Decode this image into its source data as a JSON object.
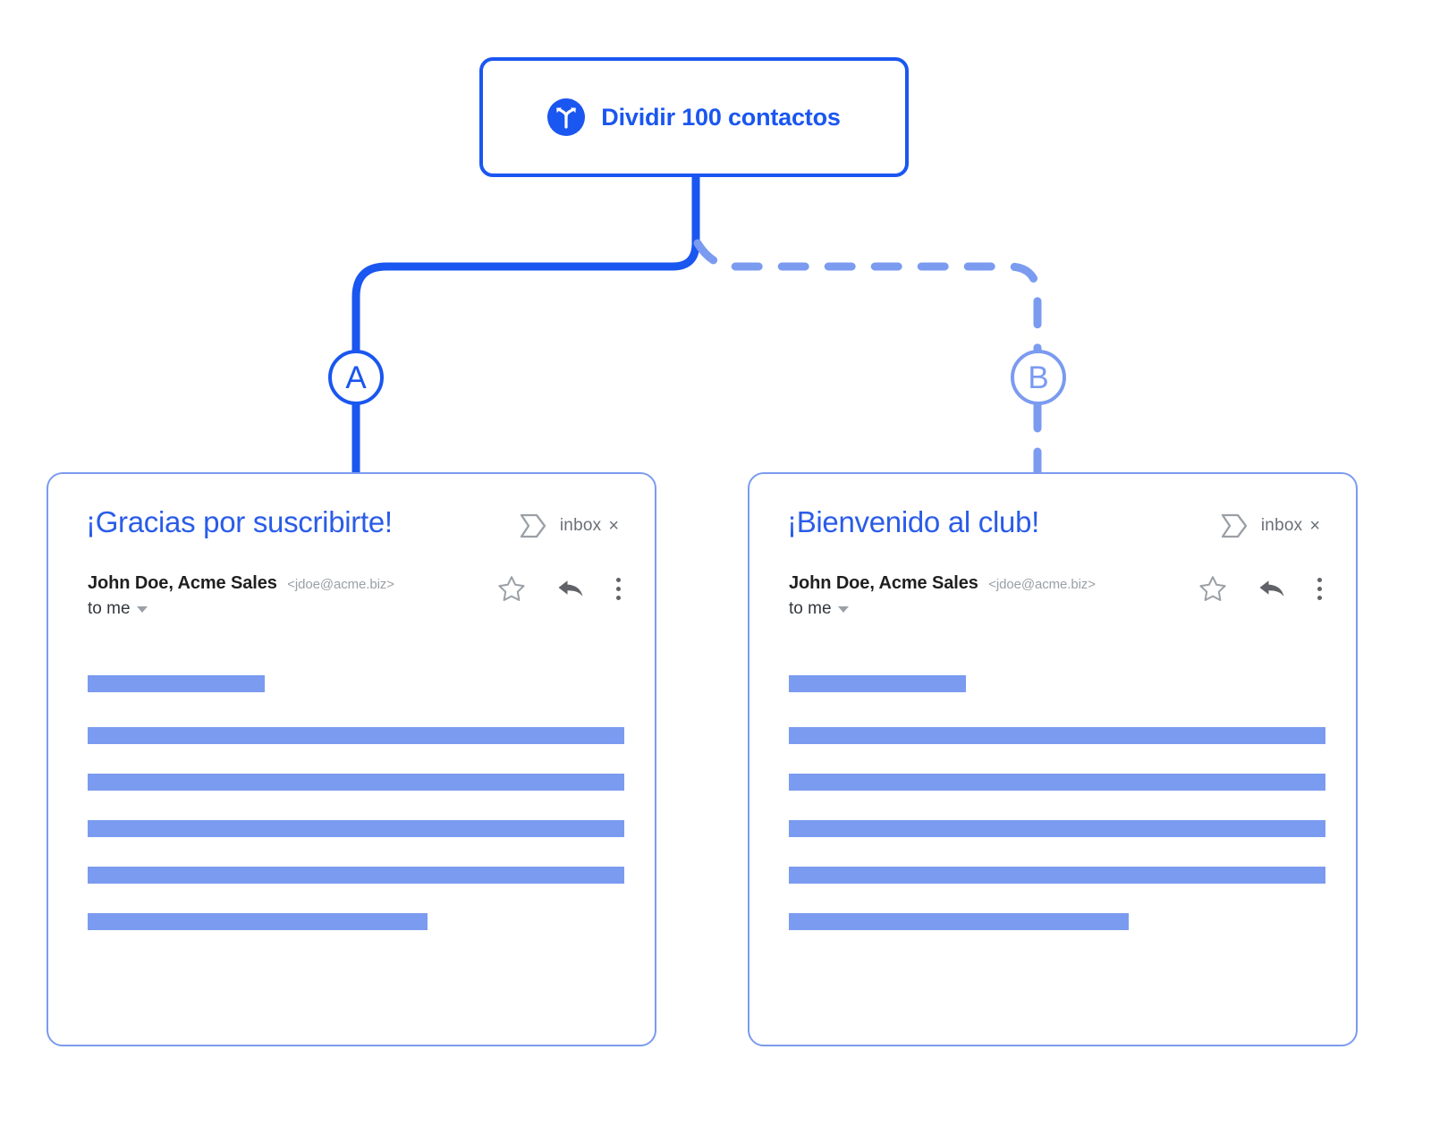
{
  "colors": {
    "primary_blue": "#1a56f0",
    "light_blue": "#7b9bf0",
    "subject_blue": "#2a5ce8",
    "gray_text": "#6b6f76",
    "muted_gray": "#9aa0a6"
  },
  "split_node": {
    "icon": "split-branch-icon",
    "label": "Dividir 100 contactos"
  },
  "branches": [
    {
      "id": "A",
      "label": "A",
      "style": "solid",
      "color": "#1a56f0"
    },
    {
      "id": "B",
      "label": "B",
      "style": "dashed",
      "color": "#7b9bf0"
    }
  ],
  "emails": [
    {
      "branch": "A",
      "subject": "¡Gracias por suscribirte!",
      "label_icon": "tag-icon",
      "label_text": "inbox",
      "label_close": "×",
      "sender_name": "John Doe, Acme Sales",
      "sender_email": "<jdoe@acme.biz>",
      "recipient": "to me",
      "actions": [
        "star-icon",
        "reply-icon",
        "more-vertical-icon"
      ],
      "body_lines": [
        {
          "width_pct": 33
        },
        {
          "width_pct": 100
        },
        {
          "width_pct": 100
        },
        {
          "width_pct": 100
        },
        {
          "width_pct": 100
        },
        {
          "width_pct": 63
        }
      ]
    },
    {
      "branch": "B",
      "subject": "¡Bienvenido al club!",
      "label_icon": "tag-icon",
      "label_text": "inbox",
      "label_close": "×",
      "sender_name": "John Doe, Acme Sales",
      "sender_email": "<jdoe@acme.biz>",
      "recipient": "to me",
      "actions": [
        "star-icon",
        "reply-icon",
        "more-vertical-icon"
      ],
      "body_lines": [
        {
          "width_pct": 33
        },
        {
          "width_pct": 100
        },
        {
          "width_pct": 100
        },
        {
          "width_pct": 100
        },
        {
          "width_pct": 100
        },
        {
          "width_pct": 63
        }
      ]
    }
  ]
}
